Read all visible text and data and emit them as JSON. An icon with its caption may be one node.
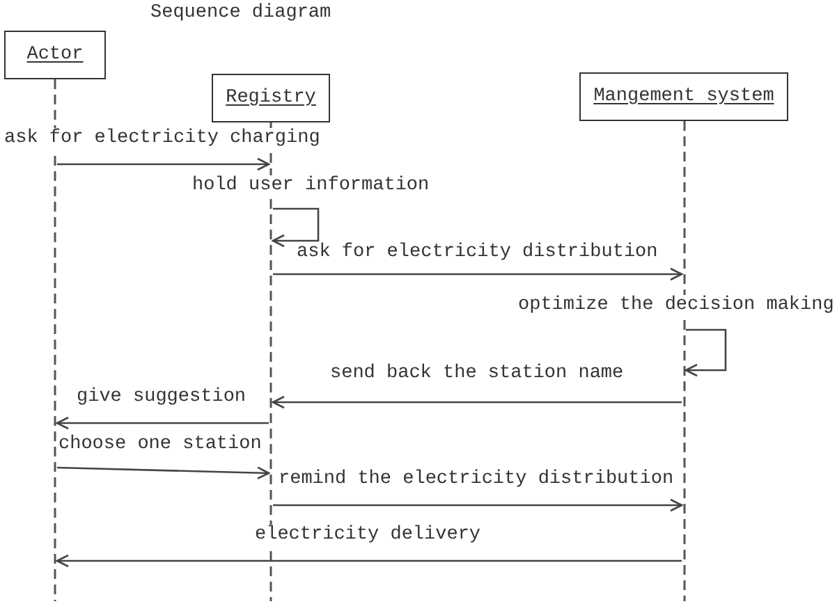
{
  "diagram": {
    "title": "Sequence diagram",
    "nodes": [
      {
        "text": [
          "Actor"
        ]
      },
      {
        "text": [
          "Registry"
        ]
      },
      {
        "text": [
          "Mangement system"
        ]
      },
      {
        "text": [],
        "shape": "line"
      },
      {
        "text": [],
        "shape": "line"
      },
      {
        "text": [],
        "shape": "line"
      }
    ],
    "edges": [
      {
        "from": 3,
        "to": 4,
        "arrow": "to",
        "label": "ask for electricity charging"
      },
      {
        "from": 4,
        "to": 4,
        "arrow": "to",
        "label": "hold user information"
      },
      {
        "from": 4,
        "to": 5,
        "arrow": "to",
        "label": "ask for electricity distribution"
      },
      {
        "from": 5,
        "to": 5,
        "arrow": "to",
        "label": "optimize the decision making"
      },
      {
        "from": 5,
        "to": 4,
        "arrow": "to",
        "label": "send back the station name"
      },
      {
        "from": 4,
        "to": 3,
        "arrow": "to",
        "label": "give suggestion"
      },
      {
        "from": 3,
        "to": 4,
        "arrow": "to",
        "label": "choose one station"
      },
      {
        "from": 4,
        "to": 5,
        "arrow": "to",
        "label": "remind the electricity distribution"
      },
      {
        "from": 5,
        "to": 3,
        "arrow": "to",
        "label": "electricity delivery"
      }
    ]
  }
}
